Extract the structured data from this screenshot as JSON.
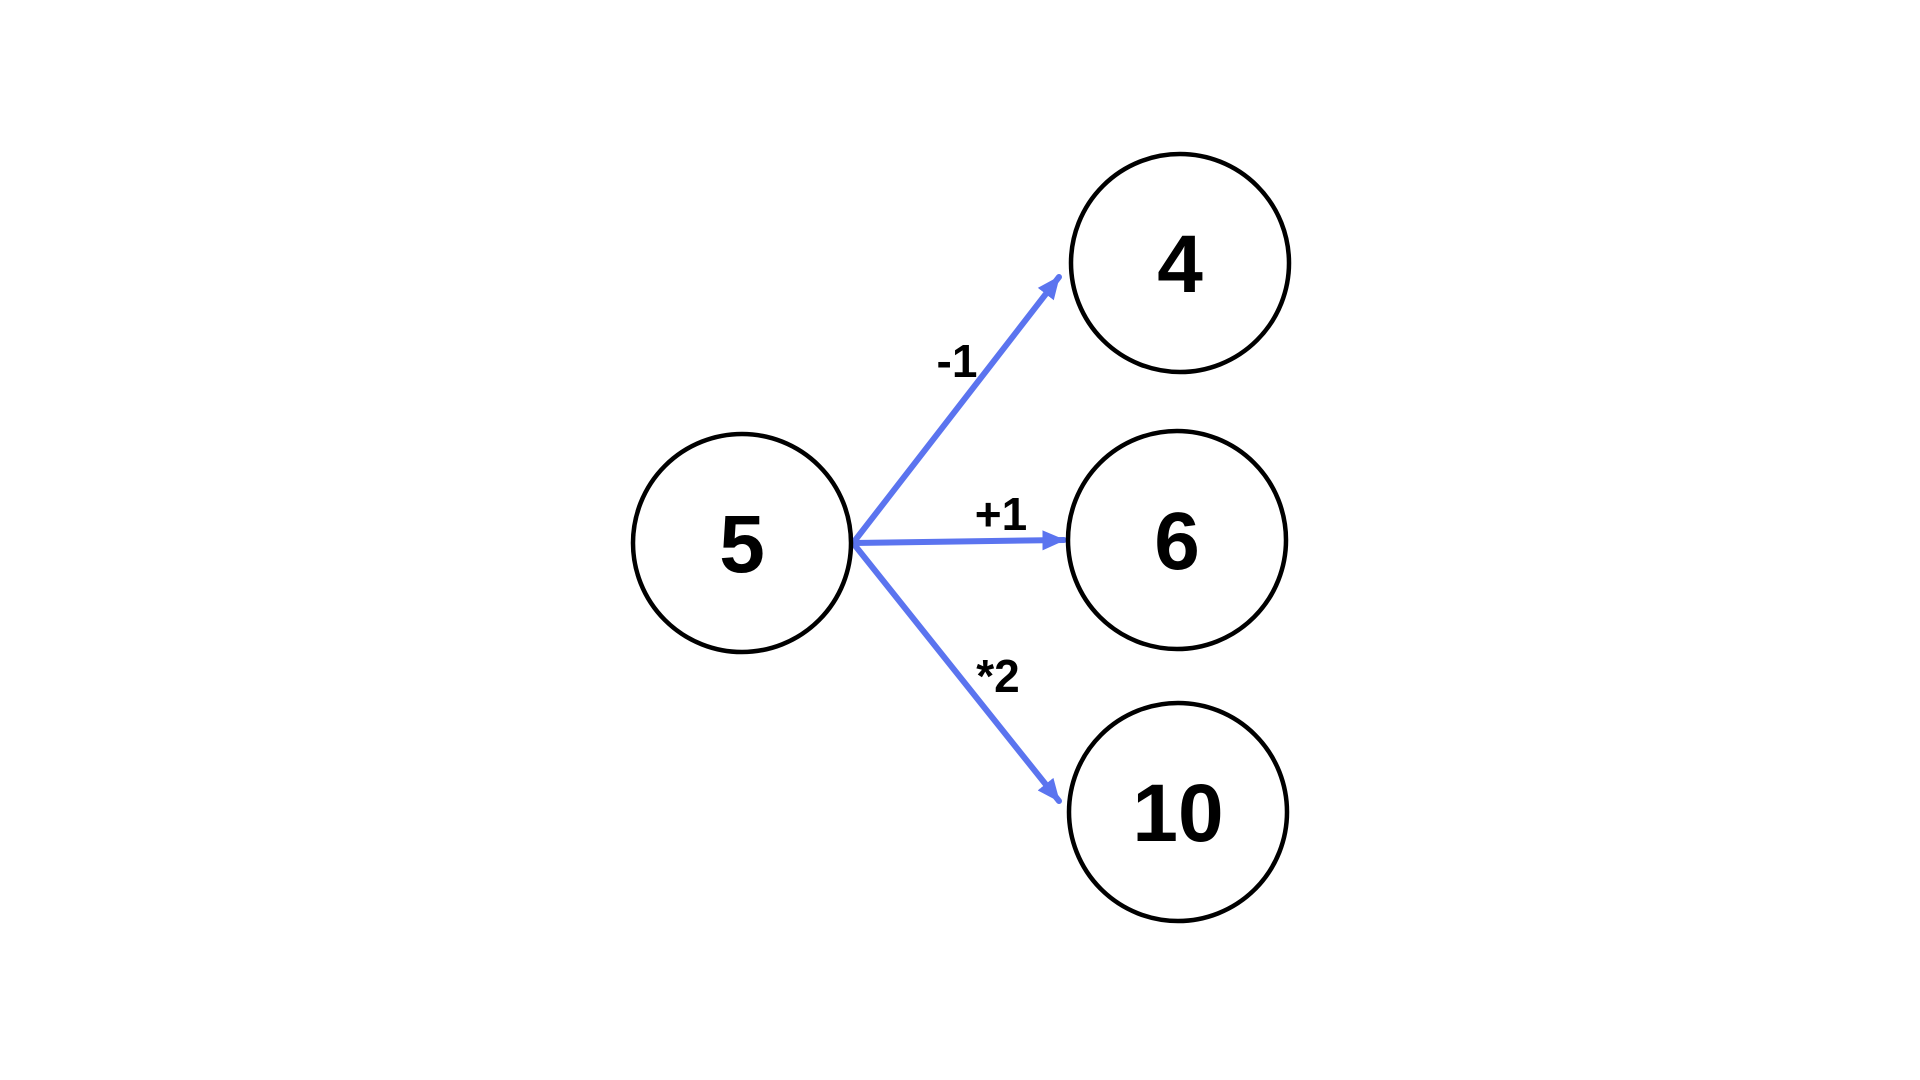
{
  "colors": {
    "background": "#ffffff",
    "node_fill": "#ffffff",
    "node_stroke": "#000000",
    "edge": "#5b74ef",
    "text": "#000000"
  },
  "diagram": {
    "description": "operation-tree",
    "nodes": [
      {
        "id": "source",
        "label": "5"
      },
      {
        "id": "result-top",
        "label": "4"
      },
      {
        "id": "result-middle",
        "label": "6"
      },
      {
        "id": "result-bottom",
        "label": "10"
      }
    ],
    "edges": [
      {
        "from": "5",
        "to": "4",
        "label": "-1"
      },
      {
        "from": "5",
        "to": "6",
        "label": "+1"
      },
      {
        "from": "5",
        "to": "10",
        "label": "*2"
      }
    ]
  }
}
